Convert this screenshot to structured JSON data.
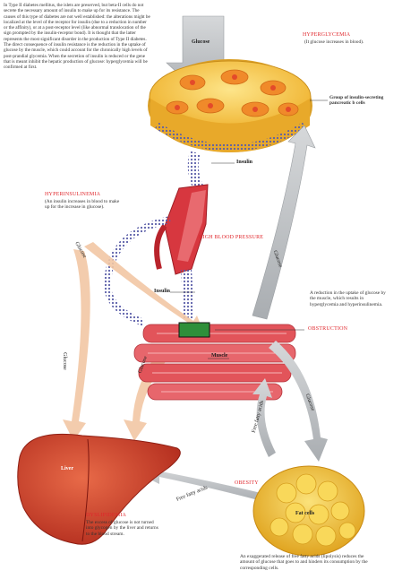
{
  "intro_text": "In Type II diabetes mellitus, the islets are preserved, but beta-II cells do not secrete the necessary amount of insulin to make up for its resistance. The causes of this type of diabetes are not well established: the alterations might be localized at the level of the receptor for insulin (due to a reduction in number or the affinity), or at a post-receptor level (like abnormal translocation of the sign prompted by the insulin-receptor bond). It is thought that the latter represents the most significant disorder in the production of Type II diabetes. The direct consequence of insulin resistance is the reduction in the uptake of glucose by the muscle, which could account for the chronically high levels of post-prandial glycemia. When the secretion of insulin is reduced or the gene that is meant inhibit the hepatic production of glucose: hyperglycemia will be confirmed at first.",
  "labels": {
    "glucose_top": "Glucose",
    "hyperglycemia_1_title": "HYPERGLYCEMIA",
    "hyperglycemia_1_text": "(It glucose increases in blood).",
    "pancreas_label": "Group of insulin-secreting pancreatic b cells",
    "insulin_top": "Insulin",
    "hyperinsulinemia_title": "HYPERINSULINEMIA",
    "hyperinsulinemia_text": "(An insulin increases in blood to make up for the increase in glucose).",
    "high_bp": "HIGH BLOOD PRESSURE",
    "glucose_arrow_right": "Glucose",
    "glucose_arrow_left": "Glucose",
    "insulin_mid": "Insulin",
    "reduction_text": "A reduction in the uptake of glucose by the muscle, which results in hyperglycemia and hyperinsulinemia.",
    "obstruction": "OBSTRUCTION",
    "muscle": "Muscle",
    "glucose_liver_1": "Glucose",
    "glucose_liver_2": "Glucose",
    "free_fatty_acids_1": "Free fatty acids",
    "glucose_fat": "Glucose",
    "liver": "Liver",
    "obesity": "OBESITY",
    "fat_cells": "Fat cells",
    "free_fatty_acids_2": "Free fatty acids",
    "dyslipidemia_title": "DYSLIPIDEMIA",
    "dyslipidemia_text": "The excess of glucose is not turned into glycogen by the liver and returns to the blood stream.",
    "fat_text": "An exaggerated release of free fatty acids (lipolysis) reduces the amount of glucose that goes to and hinders its consumption by the corresponding cells."
  },
  "colors": {
    "accent_red": "#e0262b",
    "arrow_grey": "#b9bcbf",
    "arrow_peach": "#f2c7a4",
    "muscle_red": "#e2545a",
    "pancreas_yellow": "#f6c73a",
    "liver_red": "#cf3a2a",
    "fat_yellow": "#f3c53a"
  }
}
